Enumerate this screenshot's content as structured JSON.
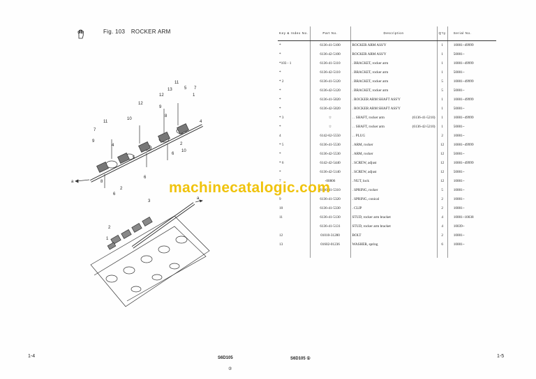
{
  "figure": {
    "number": "Fig. 103",
    "name": "ROCKER ARM"
  },
  "header": {
    "key": "Key & Index No.",
    "part": "Part No.",
    "description": "Description",
    "qty": "Q'ty",
    "serial": "Serial No."
  },
  "rows": [
    {
      "key": "*",
      "part": "6136-41-5100",
      "desc": "ROCKER ARM ASS'Y",
      "note": "",
      "qty": "1",
      "serial": "10001~49999"
    },
    {
      "key": "*",
      "part": "6136-42-5100",
      "desc": "ROCKER ARM ASS'Y",
      "note": "",
      "qty": "1",
      "serial": "50001~"
    },
    {
      "key": "*103 - 1",
      "part": "6136-41-5110",
      "desc": ". BRACKET, rocker arm",
      "note": "",
      "qty": "1",
      "serial": "10001~49999"
    },
    {
      "key": "*",
      "part": "6136-42-5110",
      "desc": ". BRACKET, rocker arm",
      "note": "",
      "qty": "1",
      "serial": "50001~"
    },
    {
      "key": "* 2",
      "part": "6136-41-5120",
      "desc": ". BRACKET, rocker arm",
      "note": "",
      "qty": "5",
      "serial": "10001~49999"
    },
    {
      "key": "*",
      "part": "6136-42-5120",
      "desc": ". BRACKET, rocker arm",
      "note": "",
      "qty": "5",
      "serial": "50001~"
    },
    {
      "key": "*",
      "part": "6136-41-5020",
      "desc": ". ROCKER ARM SHAFT ASS'Y",
      "note": "",
      "qty": "1",
      "serial": "10001~49999"
    },
    {
      "key": "*",
      "part": "6136-42-5020",
      "desc": ". ROCKER ARM SHAFT ASS'Y",
      "note": "",
      "qty": "1",
      "serial": "50001~"
    },
    {
      "key": "* 3",
      "part": "☆",
      "desc": ". . SHAFT, rocker arm",
      "note": "(6136-41-5210)",
      "qty": "1",
      "serial": "10001~49999"
    },
    {
      "key": "*",
      "part": "☆",
      "desc": ". . SHAFT, rocker arm",
      "note": "(6136-42-5210)",
      "qty": "1",
      "serial": "50001~"
    },
    {
      "key": "4",
      "part": "6142-62-5550",
      "desc": ". . PLUG",
      "note": "",
      "qty": "2",
      "serial": "10001~"
    },
    {
      "key": "* 5",
      "part": "6136-41-5530",
      "desc": ". ARM, rocker",
      "note": "",
      "qty": "12",
      "serial": "10001~49999"
    },
    {
      "key": "*",
      "part": "6136-42-5530",
      "desc": ". ARM, rocker",
      "note": "",
      "qty": "12",
      "serial": "50001~"
    },
    {
      "key": "* 6",
      "part": "6142-42-5440",
      "desc": ". SCREW, adjust",
      "note": "",
      "qty": "12",
      "serial": "10001~49999"
    },
    {
      "key": "*",
      "part": "6136-42-5140",
      "desc": ". SCREW, adjust",
      "note": "",
      "qty": "12",
      "serial": "50001~"
    },
    {
      "key": "7",
      "part": "-00806",
      "desc": ". NUT, lock",
      "note": "",
      "qty": "12",
      "serial": "10001~"
    },
    {
      "key": "8",
      "part": "6136-41-5310",
      "desc": ". SPRING, rocker",
      "note": "",
      "qty": "5",
      "serial": "10001~"
    },
    {
      "key": "9",
      "part": "6136-41-5320",
      "desc": ". SPRING, conical",
      "note": "",
      "qty": "2",
      "serial": "10001~"
    },
    {
      "key": "10",
      "part": "6136-41-5330",
      "desc": ". CLIP",
      "note": "",
      "qty": "2",
      "serial": "10001~"
    },
    {
      "key": "11",
      "part": "6136-41-5130",
      "desc": "STUD, rocker arm bracket",
      "note": "",
      "qty": "4",
      "serial": "10001~10038"
    },
    {
      "key": "",
      "part": "6136-41-5131",
      "desc": "STUD, rocker arm bracket",
      "note": "",
      "qty": "4",
      "serial": "10039~"
    },
    {
      "key": "12",
      "part": "01010-31280",
      "desc": "BOLT",
      "note": "",
      "qty": "2",
      "serial": "10001~"
    },
    {
      "key": "13",
      "part": "01602-01236",
      "desc": "WASHER, spring",
      "note": "",
      "qty": "6",
      "serial": "10001~"
    }
  ],
  "footer": {
    "left_page": "1-4",
    "left_model": "S6D105",
    "left_sub": "②",
    "right_model": "S6D105 ①",
    "right_page": "1-5"
  },
  "watermark": "machinecatalogic.com",
  "callouts": [
    "11",
    "12",
    "13",
    "9",
    "8",
    "7",
    "5",
    "4",
    "1",
    "10",
    "6",
    "2",
    "3",
    "2",
    "1",
    "a",
    "a",
    "12",
    "11",
    "10",
    "9",
    "7",
    "8",
    "6",
    "2",
    "6",
    "5",
    "4"
  ]
}
